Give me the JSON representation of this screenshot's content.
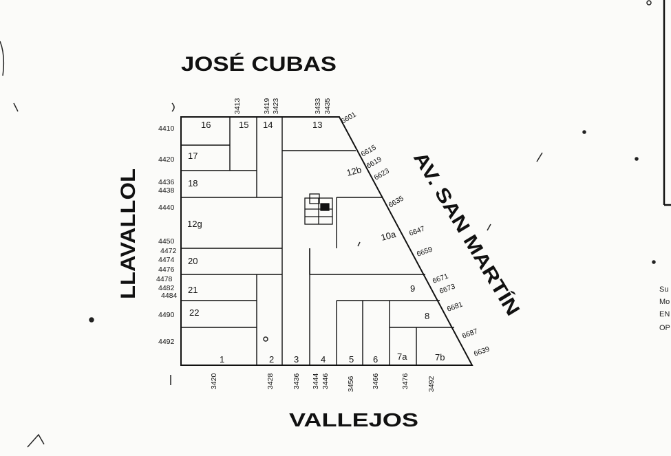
{
  "streets": {
    "north": "JOSÉ CUBAS",
    "west": "LLAVALLOL",
    "south": "VALLEJOS",
    "diagonal": "AV. SAN MARTÍN"
  },
  "lots": [
    "16",
    "15",
    "14",
    "13",
    "17",
    "18",
    "12g",
    "20",
    "21",
    "22",
    "1",
    "2",
    "3",
    "4",
    "5",
    "6",
    "7a",
    "7b",
    "8",
    "9",
    "10a",
    "12b"
  ],
  "north_numbers": [
    "3413",
    "3419",
    "3423",
    "3433",
    "3435"
  ],
  "south_numbers": [
    "3420",
    "3428",
    "3436",
    "3444",
    "3446",
    "3456",
    "3466",
    "3476",
    "3492"
  ],
  "west_numbers": [
    "4410",
    "4420",
    "4436",
    "4438",
    "4440",
    "4450",
    "4472",
    "4474",
    "4476",
    "4478",
    "4482",
    "4484",
    "4490",
    "4492"
  ],
  "diagonal_numbers": [
    "6601",
    "6615",
    "6619",
    "6623",
    "6635",
    "6647",
    "6659",
    "6671",
    "6673",
    "6681",
    "6687",
    "6639"
  ],
  "edge_text": [
    "Su",
    "Mo",
    "EN",
    "OP"
  ]
}
